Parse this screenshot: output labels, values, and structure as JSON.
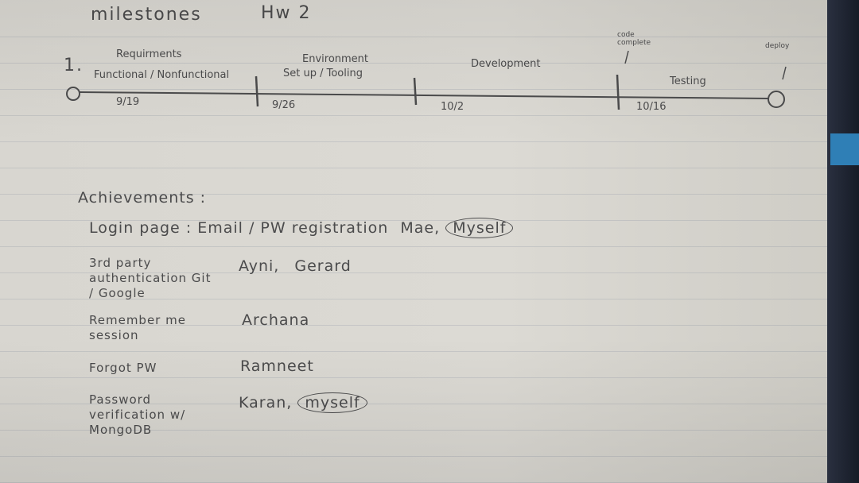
{
  "header": {
    "title": "milestones",
    "subtitle": "Hw 2"
  },
  "timeline": {
    "number": "1.",
    "phases": [
      {
        "name": "Requirments",
        "detail": "Functional / Nonfunctional"
      },
      {
        "name": "Environment",
        "detail": "Set up / Tooling"
      },
      {
        "name": "Development",
        "detail": ""
      },
      {
        "name": "Testing",
        "detail": ""
      }
    ],
    "dates": [
      "9/19",
      "9/26",
      "10/2",
      "10/16"
    ],
    "annotations": {
      "code_complete": "code complete",
      "deploy": "deploy"
    }
  },
  "achievements": {
    "heading": "Achievements :",
    "items": [
      {
        "task": "Login page : Email / PW registration",
        "owners": [
          "Mae",
          "Myself"
        ]
      },
      {
        "task": "3rd party authentication Git / Google",
        "owners": [
          "Ayni",
          "Gerard"
        ]
      },
      {
        "task": "Remember me session",
        "owners": [
          "Archana"
        ]
      },
      {
        "task": "Forgot PW",
        "owners": [
          "Ramneet"
        ]
      },
      {
        "task": "Password verification w/ MongoDB",
        "owners": [
          "Karan",
          "myself"
        ]
      }
    ]
  }
}
